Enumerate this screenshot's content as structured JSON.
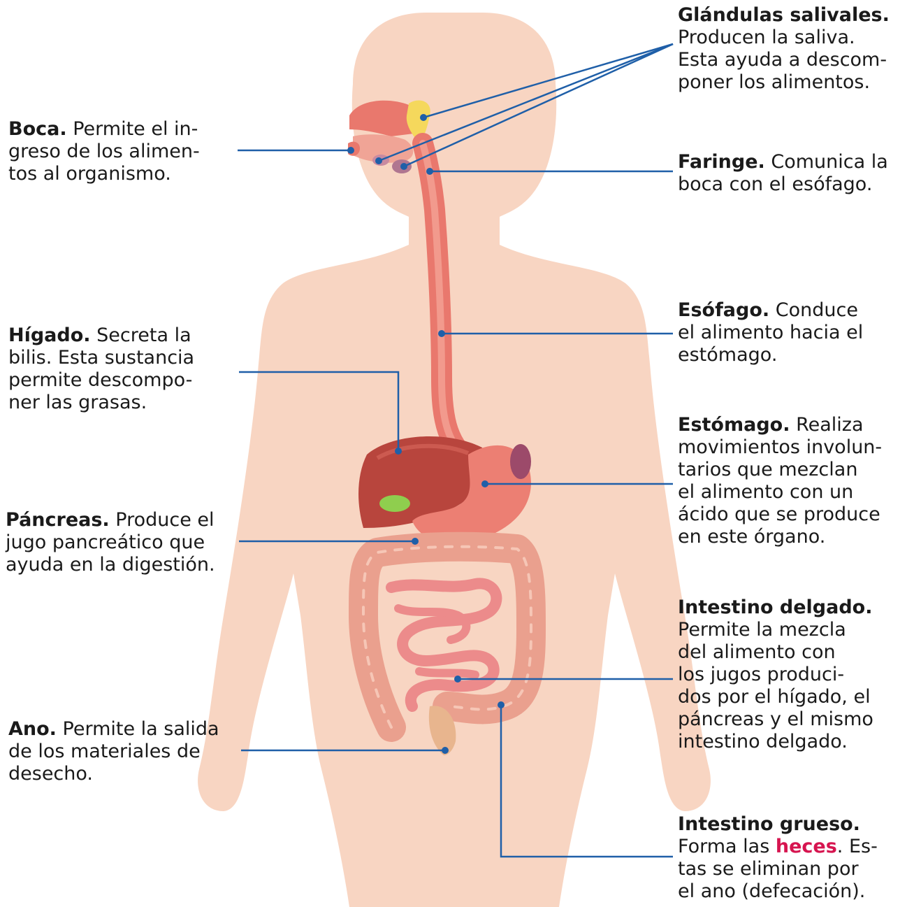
{
  "labels": {
    "glandulas": {
      "title": "Glándulas salivales.",
      "lines": [
        "Producen la saliva.",
        "Esta ayuda a descom-",
        "poner los alimentos."
      ]
    },
    "boca": {
      "title": "Boca.",
      "first": "Permite el in-",
      "lines": [
        "greso de los alimen-",
        "tos al organismo."
      ]
    },
    "faringe": {
      "title": "Faringe.",
      "first": "Comunica la",
      "lines": [
        "boca con el esófago."
      ]
    },
    "esofago": {
      "title": "Esófago.",
      "first": "Conduce",
      "lines": [
        "el alimento hacia el",
        "estómago."
      ]
    },
    "higado": {
      "title": "Hígado.",
      "first": "Secreta la",
      "lines": [
        "bilis. Esta sustancia",
        "permite descompo-",
        "ner las grasas."
      ]
    },
    "estomago": {
      "title": "Estómago.",
      "first": "Realiza",
      "lines": [
        "movimientos involun-",
        "tarios que mezclan",
        "el alimento con un",
        "ácido que se produce",
        "en este órgano."
      ]
    },
    "pancreas": {
      "title": "Páncreas.",
      "first": "Produce el",
      "lines": [
        "jugo pancreático que",
        "ayuda en la digestión."
      ]
    },
    "intestino_delgado": {
      "title": "Intestino delgado.",
      "lines": [
        "Permite la mezcla",
        "del alimento con",
        "los jugos produci-",
        "dos por el hígado, el",
        "páncreas y el mismo",
        "intestino delgado."
      ]
    },
    "ano": {
      "title": "Ano.",
      "first": "Permite la salida",
      "lines": [
        "de los materiales de",
        "desecho."
      ]
    },
    "intestino_grueso": {
      "title": "Intestino grueso.",
      "first_pre": "Forma las",
      "highlight": "heces",
      "first_post": ". Es-",
      "lines": [
        "tas se eliminan por",
        "el ano (defecación)."
      ]
    }
  },
  "colors": {
    "body_skin": "#f8d5c2",
    "organ_red": "#e9786d",
    "liver": "#b8453d",
    "gallbladder": "#8fce4e",
    "pancreas": "#f2c34f",
    "salivary": "#f5d85c",
    "leader_line": "#1f5fa8",
    "highlight": "#d6144f"
  }
}
